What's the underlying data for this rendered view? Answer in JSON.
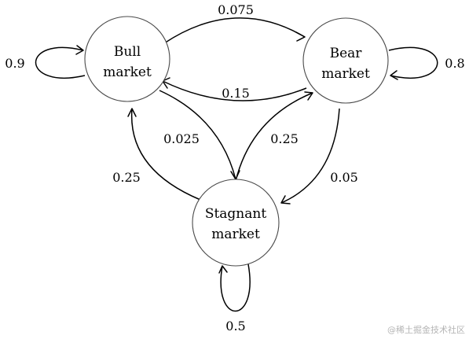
{
  "nodes": {
    "bull": {
      "line1": "Bull",
      "line2": "market"
    },
    "bear": {
      "line1": "Bear",
      "line2": "market"
    },
    "stagnant": {
      "line1": "Stagnant",
      "line2": "market"
    }
  },
  "edges": {
    "bull_to_bear": "0.075",
    "bear_to_bull": "0.15",
    "bull_self": "0.9",
    "bear_self": "0.8",
    "bull_to_stagnant": "0.025",
    "stagnant_to_bull": "0.25",
    "stagnant_to_bear": "0.25",
    "bear_to_stagnant": "0.05",
    "stagnant_self": "0.5"
  },
  "watermark": "@稀土掘金技术社区"
}
